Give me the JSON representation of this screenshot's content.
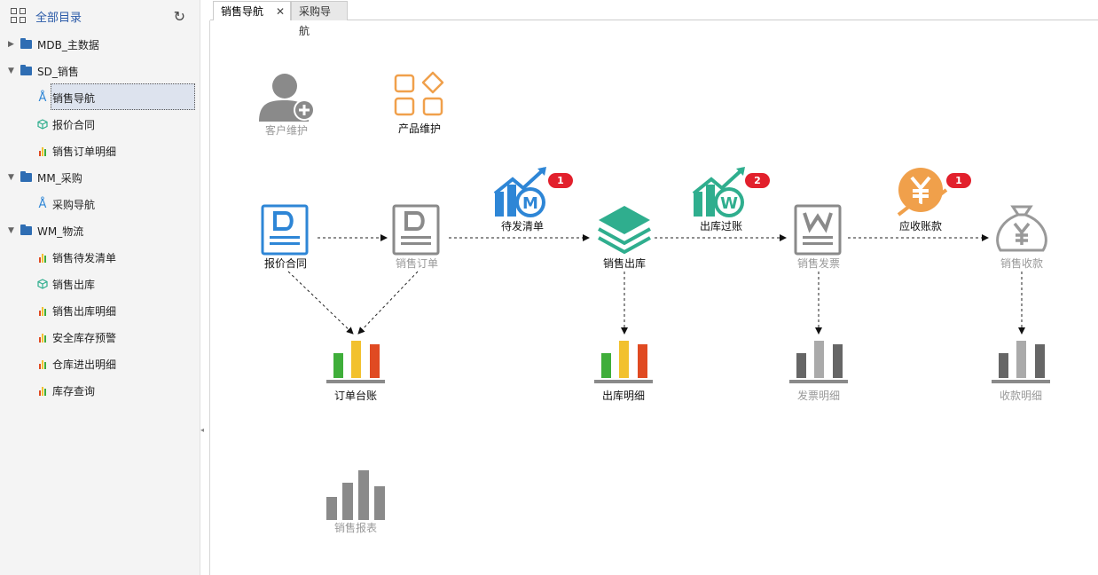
{
  "sidebar": {
    "title": "全部目录",
    "groups": [
      {
        "label": "MDB_主数据",
        "expanded": false
      },
      {
        "label": "SD_销售",
        "expanded": true,
        "items": [
          {
            "label": "销售导航",
            "icon": "navigation-icon",
            "selected": true
          },
          {
            "label": "报价合同",
            "icon": "cube-icon"
          },
          {
            "label": "销售订单明细",
            "icon": "bar-chart-icon"
          }
        ]
      },
      {
        "label": "MM_采购",
        "expanded": true,
        "items": [
          {
            "label": "采购导航",
            "icon": "navigation-icon"
          }
        ]
      },
      {
        "label": "WM_物流",
        "expanded": true,
        "items": [
          {
            "label": "销售待发清单",
            "icon": "bar-chart-icon"
          },
          {
            "label": "销售出库",
            "icon": "cube-icon"
          },
          {
            "label": "销售出库明细",
            "icon": "bar-chart-icon"
          },
          {
            "label": "安全库存预警",
            "icon": "bar-chart-icon"
          },
          {
            "label": "仓库进出明细",
            "icon": "bar-chart-icon"
          },
          {
            "label": "库存查询",
            "icon": "bar-chart-icon"
          }
        ]
      }
    ]
  },
  "tabs": [
    {
      "label": "销售导航",
      "active": true,
      "close": "✕"
    },
    {
      "label": "采购导航",
      "active": false
    }
  ],
  "flow": {
    "customer_maintain": "客户维护",
    "product_maintain": "产品维护",
    "quote_contract": "报价合同",
    "sales_order": "销售订单",
    "pending_list": "待发清单",
    "pending_badge": "1",
    "sales_outbound": "销售出库",
    "outbound_posting": "出库过账",
    "outbound_badge": "2",
    "sales_invoice": "销售发票",
    "receivable": "应收账款",
    "receivable_badge": "1",
    "sales_receipt": "销售收款",
    "order_ledger": "订单台账",
    "outbound_detail": "出库明细",
    "invoice_detail": "发票明细",
    "receipt_detail": "收款明细",
    "sales_report": "销售报表"
  },
  "colors": {
    "blue": "#2e86d6",
    "teal": "#2fae8e",
    "orange": "#f0a04b",
    "gray": "#8a8a8a",
    "badge": "#e2202c",
    "green": "#3fae3a",
    "yellow": "#f2c12e",
    "red": "#e04a22"
  }
}
